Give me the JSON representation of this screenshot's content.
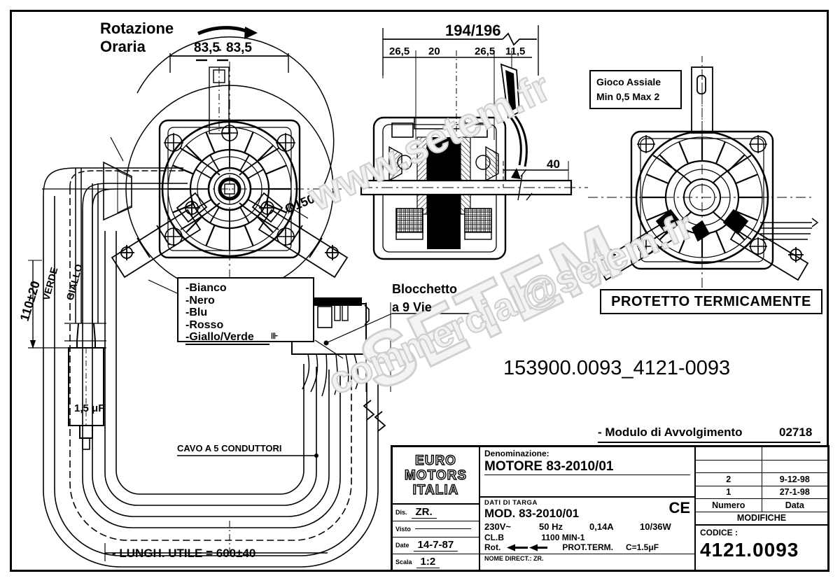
{
  "document": {
    "type": "technical-drawing",
    "part_number": "153900.0093_4121-0093",
    "winding_module_label": "- Modulo di Avvolgimento",
    "winding_module_value": "02718"
  },
  "annotations": {
    "rotation_line1": "Rotazione",
    "rotation_line2": "Oraria",
    "dim_83_5": "83,5 - 83,5",
    "dim_194_196": "194/196",
    "dim_26_5_a": "26,5",
    "dim_20": "20",
    "dim_26_5_b": "26,5",
    "dim_11_5": "11,5",
    "dim_40": "40",
    "dim_150": "Ø150",
    "dim_110": "110±20",
    "dim_lungh_utile": "- LUNGH. UTILE = 600±40",
    "cavo": "CAVO A 5 CONDUTTORI",
    "capacitor": "1,5 μF",
    "wire_verde": "VERDE",
    "wire_giallo": "GIALLO",
    "gioco_line1": "Gioco Assiale",
    "gioco_line2": "Min 0,5 Max 2",
    "protetto": "PROTETTO TERMICAMENTE",
    "blocchetto_line1": "Blocchetto",
    "blocchetto_line2": "a 9 Vie"
  },
  "wire_legend": [
    "-Bianco",
    "-Nero",
    "-Blu",
    "-Rosso",
    "-Giallo/Verde"
  ],
  "watermark": {
    "line1": "www.setem.fr",
    "line2": "commercial@setem.fr",
    "big": "SETEM"
  },
  "title_block": {
    "logo": [
      "EURO",
      "MOTORS",
      "ITALIA"
    ],
    "rows": [
      {
        "key": "Dis.",
        "value": "ZR."
      },
      {
        "key": "Visto",
        "value": ""
      },
      {
        "key": "Date",
        "value": "14-7-87"
      },
      {
        "key": "Scala",
        "value": "1:2"
      }
    ],
    "denominazione_key": "Denominazione:",
    "denominazione_value": "MOTORE   83-2010/01",
    "dati_di_targa": "DATI DI TARGA",
    "mod": "MOD. 83-2010/01",
    "voltage": "230V~",
    "frequency": "50 Hz",
    "current": "0,14A",
    "power": "10/36W",
    "class": "CL.B",
    "speed": "1100 MIN-1",
    "rot_key": "Rot.",
    "prot_term": "PROT.TERM.",
    "capacitance": "C=1.5μF",
    "nome_direct": "NOME DIRECT.: ZR.",
    "ce_mark": "CE",
    "modifiche": {
      "title": "MODIFICHE",
      "col_numero": "Numero",
      "col_data": "Data",
      "rows": [
        {
          "numero": "",
          "data": ""
        },
        {
          "numero": "",
          "data": ""
        },
        {
          "numero": "2",
          "data": "9-12-98"
        },
        {
          "numero": "1",
          "data": "27-1-98"
        }
      ]
    },
    "codice_key": "CODICE :",
    "codice_value": "4121.0093"
  },
  "colors": {
    "ink": "#000000",
    "paper": "#ffffff",
    "watermark": "#e9e9e9"
  }
}
